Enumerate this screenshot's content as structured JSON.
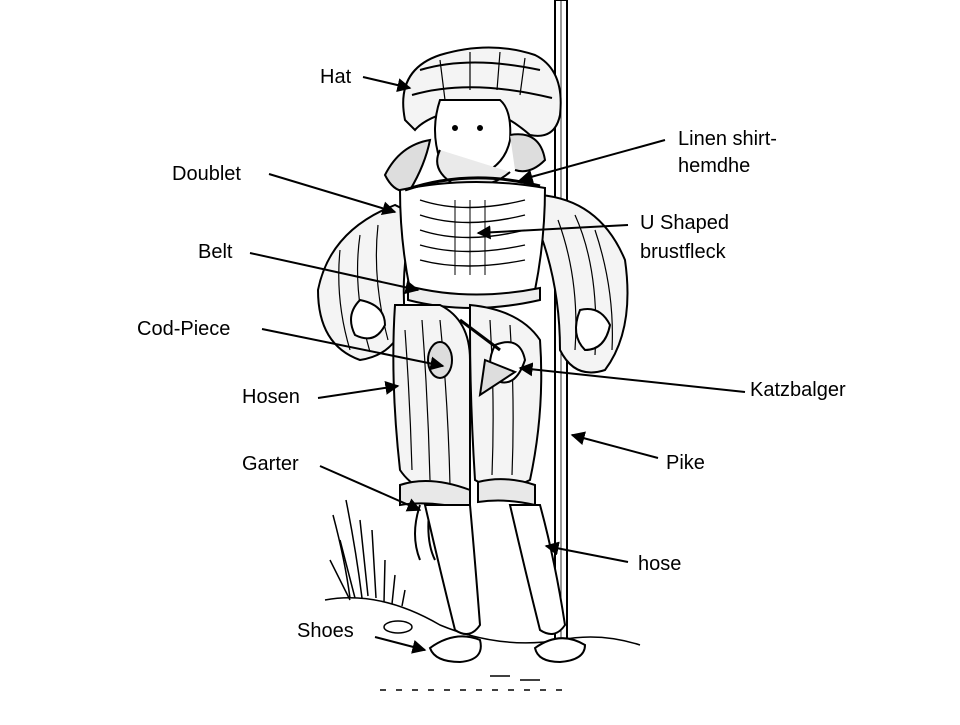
{
  "diagram": {
    "subject": "woodcut figure of a landsknecht soldier holding a pike",
    "labels": {
      "hat": "Hat",
      "doublet": "Doublet",
      "belt": "Belt",
      "cod_piece": "Cod-Piece",
      "hosen": "Hosen",
      "garter": "Garter",
      "shoes": "Shoes",
      "linen_shirt_line1": "Linen shirt-",
      "linen_shirt_line2": "hemdhe",
      "brustfleck_line1": "U Shaped",
      "brustfleck_line2": "brustfleck",
      "katzbalger": "Katzbalger",
      "pike": "Pike",
      "hose": "hose"
    },
    "colors": {
      "ink": "#000000",
      "background": "#ffffff",
      "paper": "#f4f4f4"
    }
  }
}
